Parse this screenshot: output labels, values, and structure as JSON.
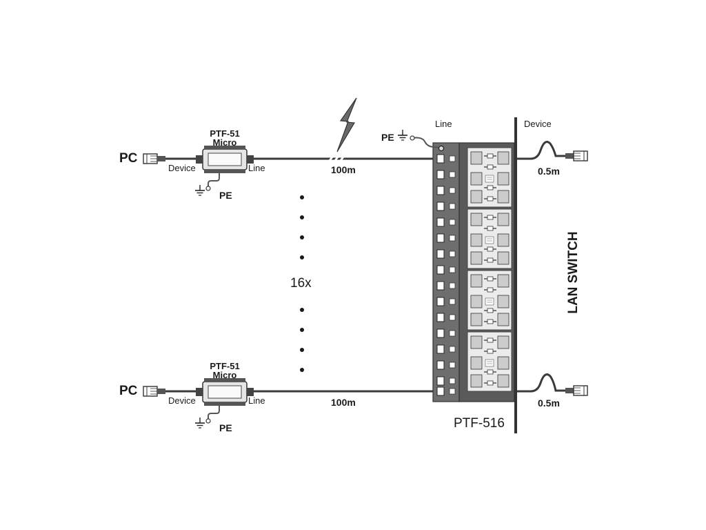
{
  "labels": {
    "pc": "PC",
    "device": "Device",
    "line": "Line",
    "pe": "PE",
    "unit_name_1": "PTF-51",
    "unit_name_2": "Micro",
    "cable_long": "100m",
    "cable_short": "0.5m",
    "count": "16x",
    "panel_name": "PTF-516",
    "switch_name": "LAN SWITCH"
  },
  "colors": {
    "line": "#3a3a3a",
    "panel": "#6e6e6e",
    "panel_dark": "#4a4a4a",
    "module": "#e8e8e8",
    "lightning": "#6a6a6a"
  },
  "icons": {
    "ground": "ground-symbol-icon",
    "lightning": "lightning-bolt-icon",
    "plug": "rj45-plug-icon"
  }
}
